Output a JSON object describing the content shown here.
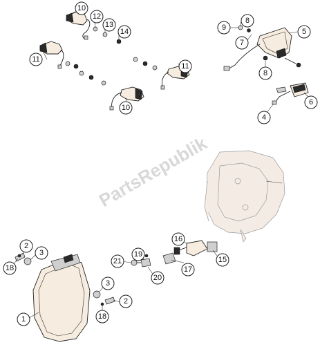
{
  "watermark": "PartsRepublik",
  "callouts": [
    {
      "id": "c10a",
      "label": "10"
    },
    {
      "id": "c12",
      "label": "12"
    },
    {
      "id": "c13",
      "label": "13"
    },
    {
      "id": "c14",
      "label": "14"
    },
    {
      "id": "c11a",
      "label": "11"
    },
    {
      "id": "c11b",
      "label": "11"
    },
    {
      "id": "c10b",
      "label": "10"
    },
    {
      "id": "c8a",
      "label": "8"
    },
    {
      "id": "c9",
      "label": "9"
    },
    {
      "id": "c5",
      "label": "5"
    },
    {
      "id": "c7",
      "label": "7"
    },
    {
      "id": "c8b",
      "label": "8"
    },
    {
      "id": "c6",
      "label": "6"
    },
    {
      "id": "c4",
      "label": "4"
    },
    {
      "id": "c16",
      "label": "16"
    },
    {
      "id": "c15",
      "label": "15"
    },
    {
      "id": "c17",
      "label": "17"
    },
    {
      "id": "c19",
      "label": "19"
    },
    {
      "id": "c21",
      "label": "21"
    },
    {
      "id": "c20",
      "label": "20"
    },
    {
      "id": "c2a",
      "label": "2"
    },
    {
      "id": "c3a",
      "label": "3"
    },
    {
      "id": "c18a",
      "label": "18"
    },
    {
      "id": "c3b",
      "label": "3"
    },
    {
      "id": "c2b",
      "label": "2"
    },
    {
      "id": "c18b",
      "label": "18"
    },
    {
      "id": "c1",
      "label": "1"
    }
  ]
}
